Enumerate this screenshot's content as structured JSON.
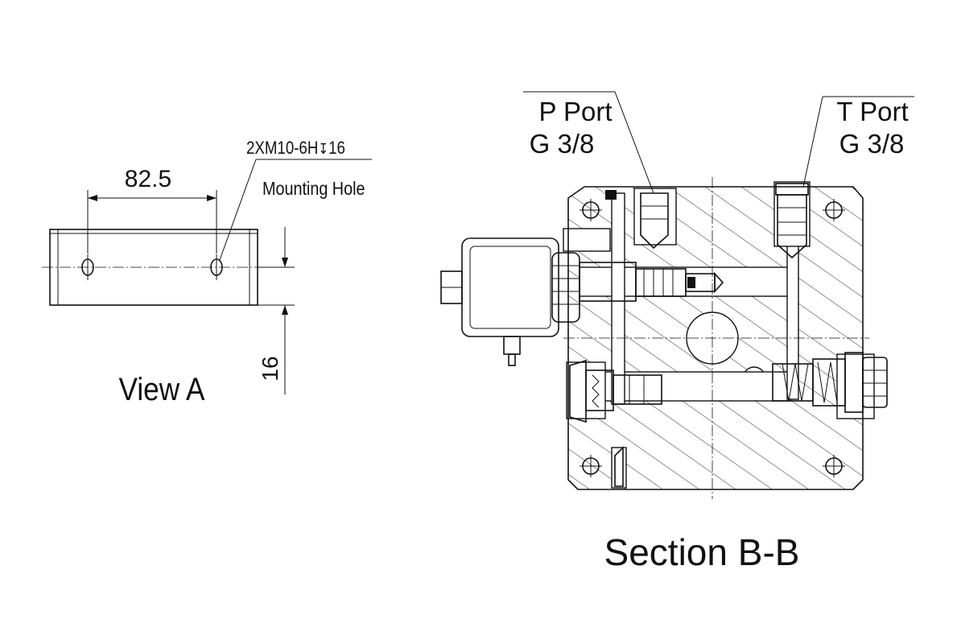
{
  "view_a": {
    "caption": "View A",
    "dim_width": "82.5",
    "dim_height": "16",
    "thread_spec_prefix": "2XM10-6H",
    "thread_spec_depth_symbol": "↧",
    "thread_spec_depth": "16",
    "hole_label": "Mounting Hole"
  },
  "section_bb": {
    "caption": "Section B-B",
    "p_port": {
      "name": "P Port",
      "thread": "G 3/8"
    },
    "t_port": {
      "name": "T Port",
      "thread": "G 3/8"
    }
  }
}
